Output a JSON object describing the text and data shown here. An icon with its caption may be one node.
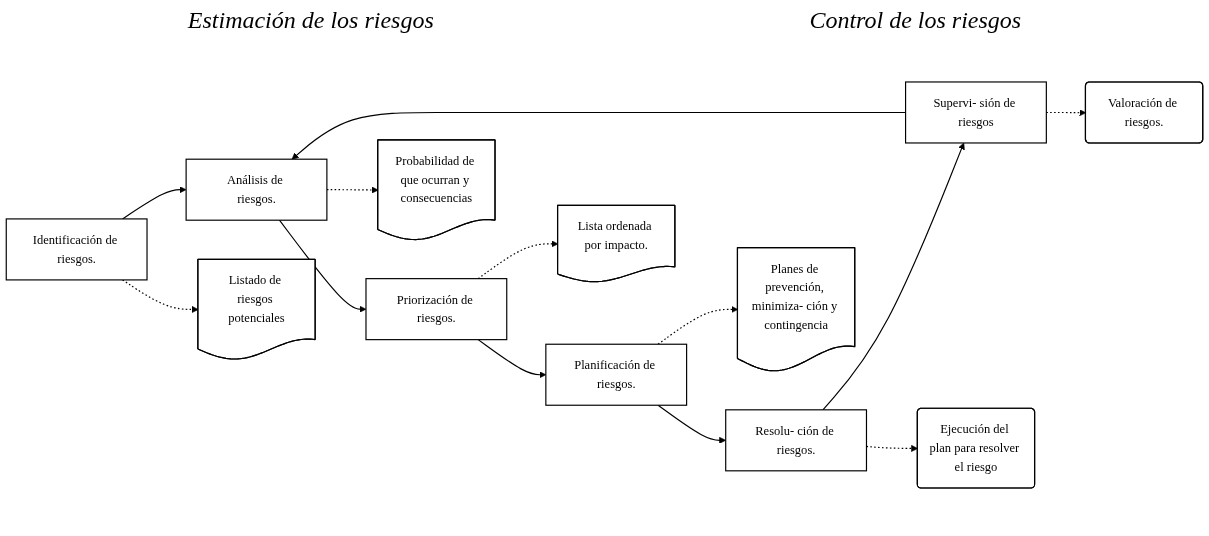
{
  "diagram": {
    "nodes": [
      {
        "text": [
          "Identificación de riesgos."
        ]
      },
      {
        "text": [
          "Análisis de riesgos."
        ]
      },
      {
        "text": [
          "Priorización de riesgos."
        ]
      },
      {
        "text": [
          "Planificación de riesgos."
        ]
      },
      {
        "text": [
          "Resolu- ción de riesgos."
        ]
      },
      {
        "text": [
          "Supervi- sión de riesgos"
        ]
      },
      {
        "text": [
          "Listado de riesgos potenciales"
        ]
      },
      {
        "text": [
          "Probabilidad de que ocurran y consecuencias"
        ]
      },
      {
        "text": [
          "Lista ordenada por impacto."
        ]
      },
      {
        "text": [
          "Planes de prevención, minimiza- ción y contingencia"
        ]
      },
      {
        "text": [
          "Ejecución del plan para resolver el riesgo"
        ]
      },
      {
        "text": [
          "Valoración de riesgos."
        ]
      }
    ],
    "edges": [
      {
        "from": 0,
        "to": 1,
        "arrow": "to"
      },
      {
        "from": 1,
        "to": 2,
        "arrow": "to"
      },
      {
        "from": 2,
        "to": 3,
        "arrow": "to"
      },
      {
        "from": 3,
        "to": 4,
        "arrow": "to"
      },
      {
        "from": 4,
        "to": 5,
        "arrow": "to"
      },
      {
        "from": 5,
        "to": 1,
        "arrow": "to"
      },
      {
        "from": 0,
        "to": 6,
        "arrow": "to",
        "style": "dashed"
      },
      {
        "from": 1,
        "to": 7,
        "arrow": "to",
        "style": "dashed"
      },
      {
        "from": 2,
        "to": 8,
        "arrow": "to",
        "style": "dashed"
      },
      {
        "from": 3,
        "to": 9,
        "arrow": "to",
        "style": "dashed"
      },
      {
        "from": 4,
        "to": 10,
        "arrow": "to",
        "style": "dashed"
      },
      {
        "from": 5,
        "to": 11,
        "arrow": "to",
        "style": "dashed"
      }
    ],
    "labels": [
      "Estimación de los riesgos",
      "Control de los riesgos"
    ]
  }
}
